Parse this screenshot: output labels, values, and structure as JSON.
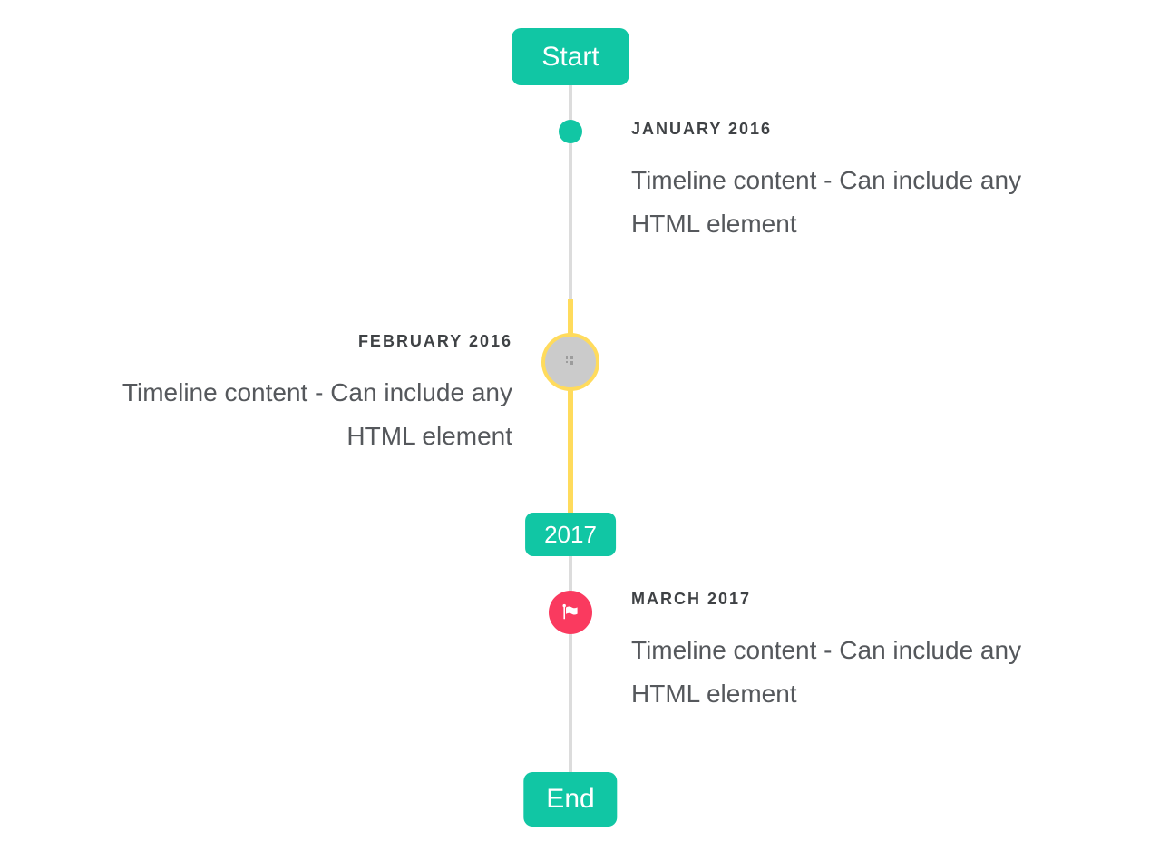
{
  "timeline": {
    "start_badge_label": "Start",
    "year_badge_label": "2017",
    "end_badge_label": "End",
    "items": [
      {
        "date": "JANUARY 2016",
        "content": "Timeline content - Can include any HTML element",
        "side": "right",
        "marker": "teal-dot"
      },
      {
        "date": "FEBRUARY 2016",
        "content": "Timeline content - Can include any HTML element",
        "side": "left",
        "marker": "gray-circle-with-broken-image-icon"
      },
      {
        "date": "MARCH 2017",
        "content": "Timeline content - Can include any HTML element",
        "side": "right",
        "marker": "red-flag-circle"
      }
    ],
    "colors": {
      "badge_teal": "#11c6a4",
      "dot_teal": "#11c6a4",
      "highlight_yellow": "#ffdb5c",
      "flag_red": "#fa3a5f",
      "line_gray": "#dcdcdc",
      "circle_gray": "#cbcbcb",
      "date_text": "#3f4245",
      "content_text": "#55585c"
    }
  }
}
